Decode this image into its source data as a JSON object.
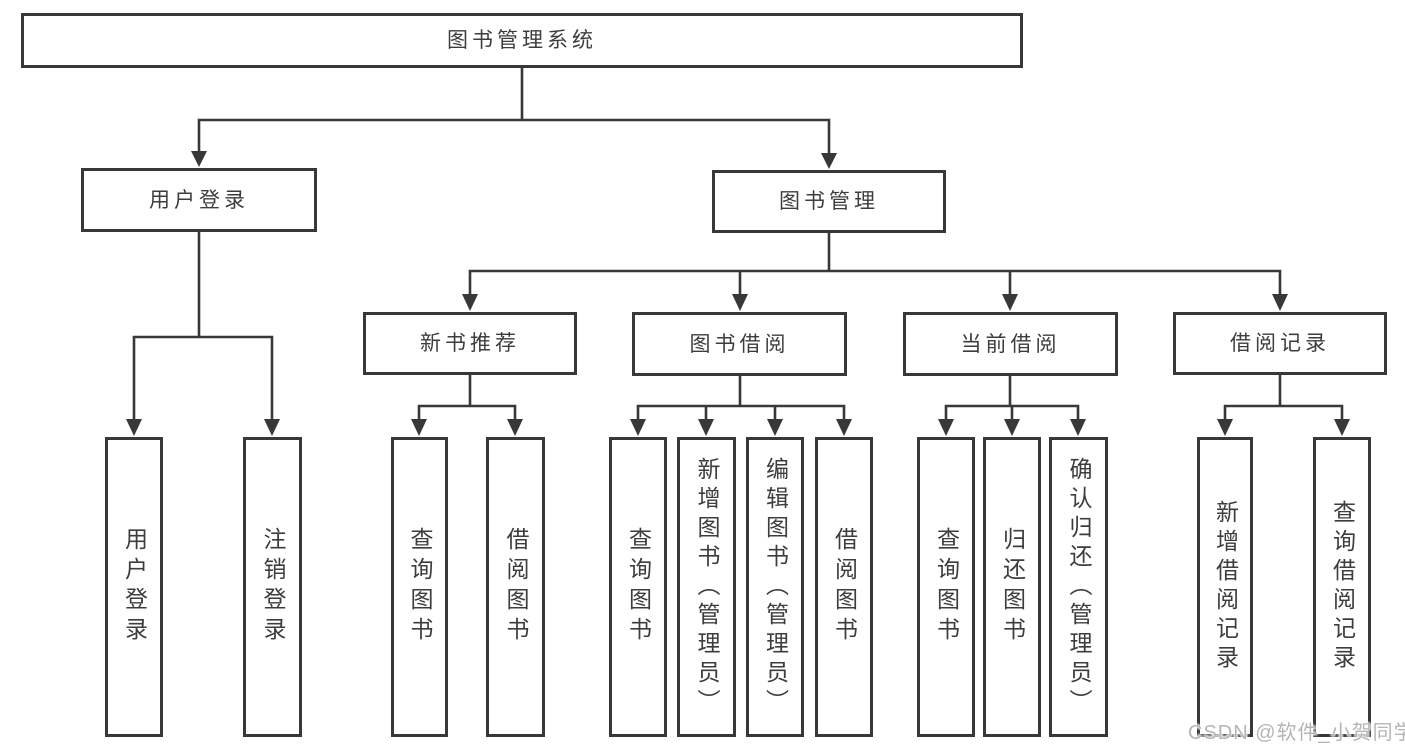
{
  "diagram": {
    "root": {
      "label": "图书管理系统"
    },
    "branches": [
      {
        "label": "用户登录",
        "leaves": [
          {
            "label": "用户登录"
          },
          {
            "label": "注销登录"
          }
        ]
      },
      {
        "label": "图书管理",
        "groups": [
          {
            "label": "新书推荐",
            "leaves": [
              {
                "label": "查询图书"
              },
              {
                "label": "借阅图书"
              }
            ]
          },
          {
            "label": "图书借阅",
            "leaves": [
              {
                "label": "查询图书"
              },
              {
                "label": "新增图书（管理员）"
              },
              {
                "label": "编辑图书（管理员）"
              },
              {
                "label": "借阅图书"
              }
            ]
          },
          {
            "label": "当前借阅",
            "leaves": [
              {
                "label": "查询图书"
              },
              {
                "label": "归还图书"
              },
              {
                "label": "确认归还（管理员）"
              }
            ]
          },
          {
            "label": "借阅记录",
            "leaves": [
              {
                "label": "新增借阅记录"
              },
              {
                "label": "查询借阅记录"
              }
            ]
          }
        ]
      }
    ],
    "watermark": "CSDN @软件_小贺同学",
    "colors": {
      "line": "#383838",
      "text": "#3d3d3d",
      "background": "#ffffff",
      "watermark": "#b5b5b5"
    }
  }
}
